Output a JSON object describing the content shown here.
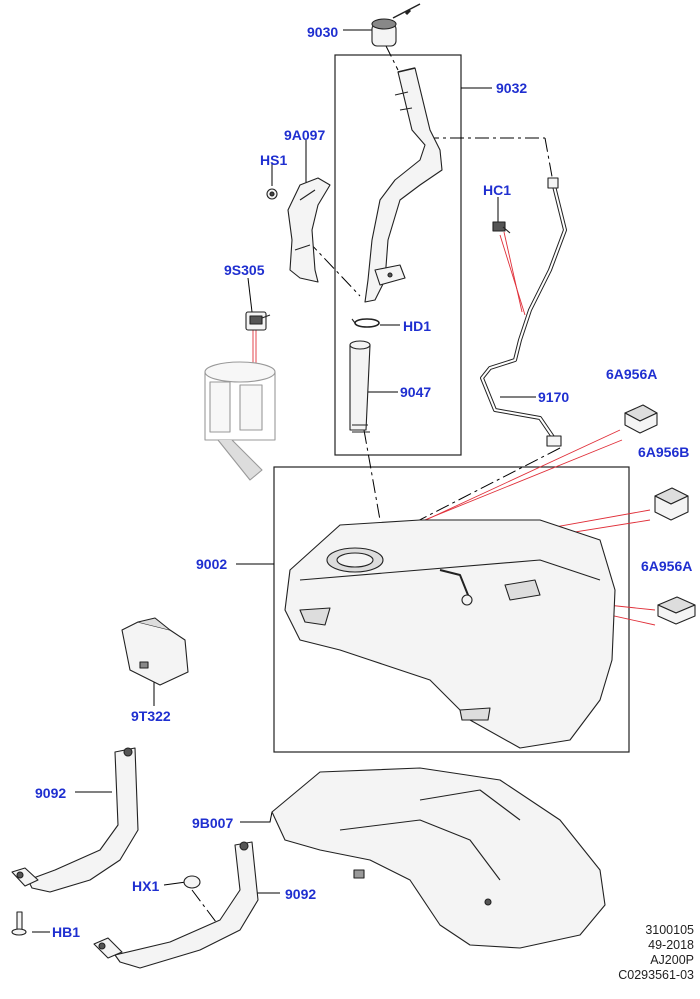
{
  "labels": {
    "p9030": "9030",
    "p9032": "9032",
    "p9A097": "9A097",
    "pHS1": "HS1",
    "pHC1": "HC1",
    "p9S305": "9S305",
    "pHD1": "HD1",
    "p9047": "9047",
    "p9170": "9170",
    "p6A956A_top": "6A956A",
    "p6A956B": "6A956B",
    "p6A956A_bottom": "6A956A",
    "p9002": "9002",
    "p9T322": "9T322",
    "p9092_top": "9092",
    "p9B007": "9B007",
    "pHX1": "HX1",
    "p9092_bottom": "9092",
    "pHB1": "HB1"
  },
  "footer": {
    "line1": "3100105",
    "line2": "49-2018",
    "line3": "AJ200P",
    "line4": "C0293561-03"
  },
  "colors": {
    "label": "#1f2fd0",
    "leader": "#000000",
    "callout_red": "#e0303a",
    "part_stroke": "#222222",
    "part_fill": "#f2f2f2"
  }
}
